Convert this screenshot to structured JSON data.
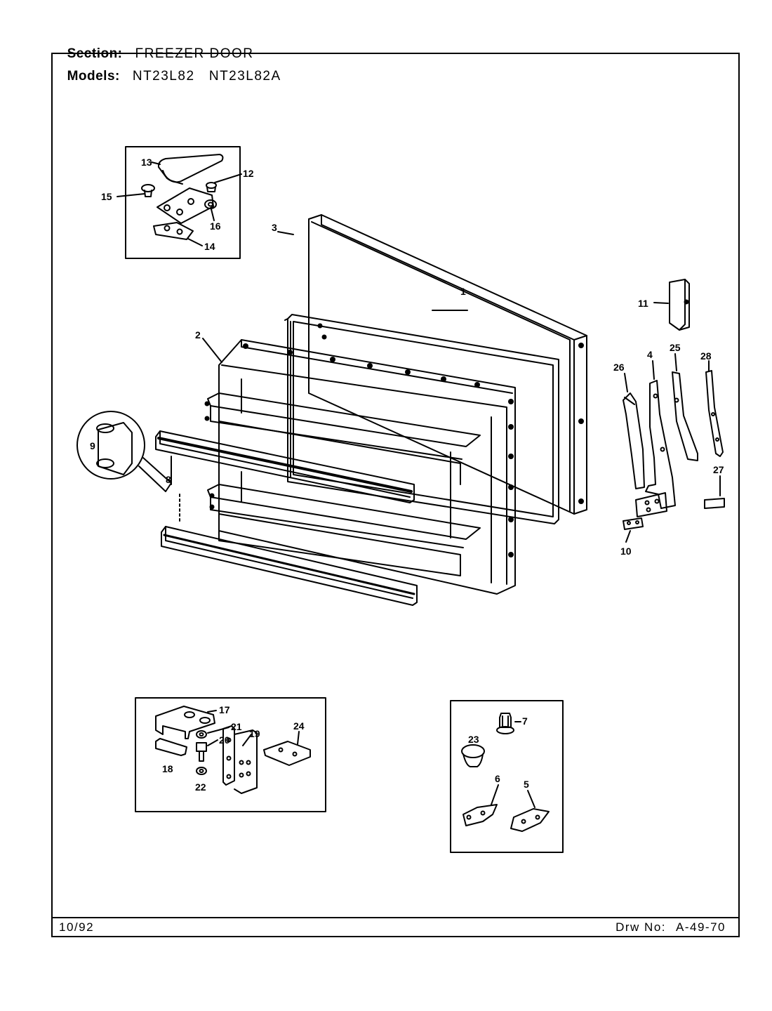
{
  "header": {
    "section_label": "Section:",
    "section_value": "FREEZER DOOR",
    "models_label": "Models:",
    "models_value": "NT23L82   NT23L82A"
  },
  "footer": {
    "date": "10/92",
    "drawing_label": "Drw No:",
    "drawing_number": "A-49-70"
  },
  "callouts": {
    "n1": "1",
    "n2": "2",
    "n3": "3",
    "n4": "4",
    "n5": "5",
    "n6": "6",
    "n7": "7",
    "n8": "8",
    "n9": "9",
    "n10": "10",
    "n11": "11",
    "n12": "12",
    "n13": "13",
    "n14": "14",
    "n15": "15",
    "n16": "16",
    "n17": "17",
    "n18": "18",
    "n19": "19",
    "n20": "20",
    "n21": "21",
    "n22": "22",
    "n23": "23",
    "n24": "24",
    "n25": "25",
    "n26": "26",
    "n27": "27",
    "n28": "28"
  }
}
